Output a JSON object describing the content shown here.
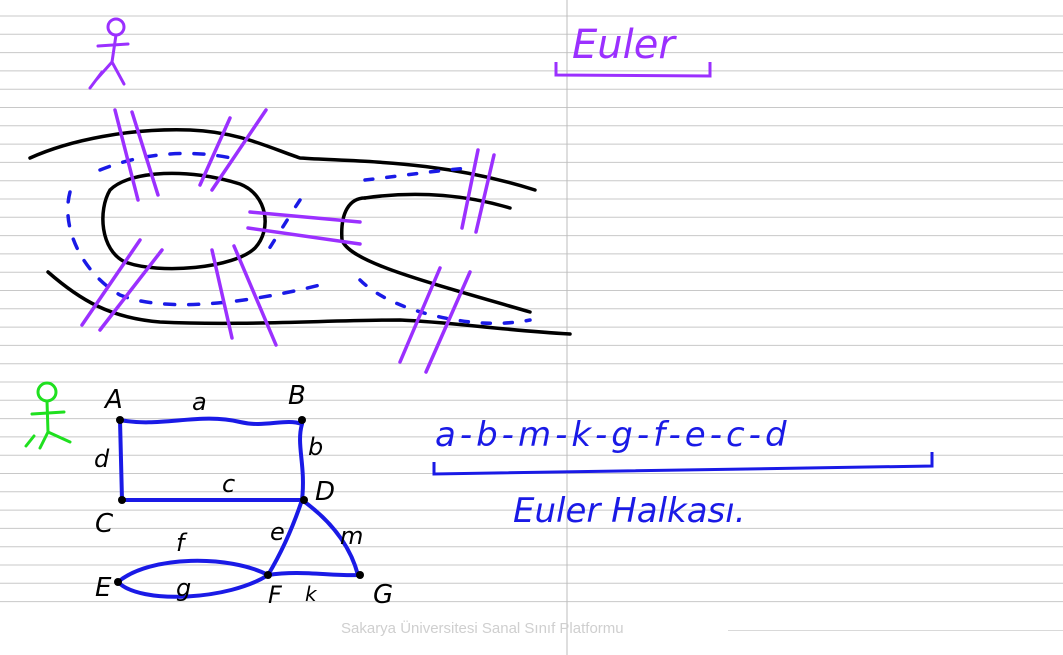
{
  "heading": "Euler",
  "graph": {
    "vertices": [
      "A",
      "B",
      "C",
      "D",
      "E",
      "F",
      "G"
    ],
    "edges": [
      "a",
      "b",
      "c",
      "d",
      "e",
      "f",
      "g",
      "k",
      "m"
    ]
  },
  "euler_sequence": "a-b-m-k-g-f-e-c-d",
  "euler_caption": "Euler Halkası.",
  "footer": "Sakarya Üniversitesi Sanal Sınıf Platformu",
  "colors": {
    "ink_black": "#000000",
    "ink_blue": "#1a1ae6",
    "ink_purple": "#9b30ff",
    "ink_green": "#1fe01f",
    "ruled_line": "#c8c8c8"
  },
  "icons": [
    "stick-figure-purple",
    "stick-figure-green"
  ]
}
